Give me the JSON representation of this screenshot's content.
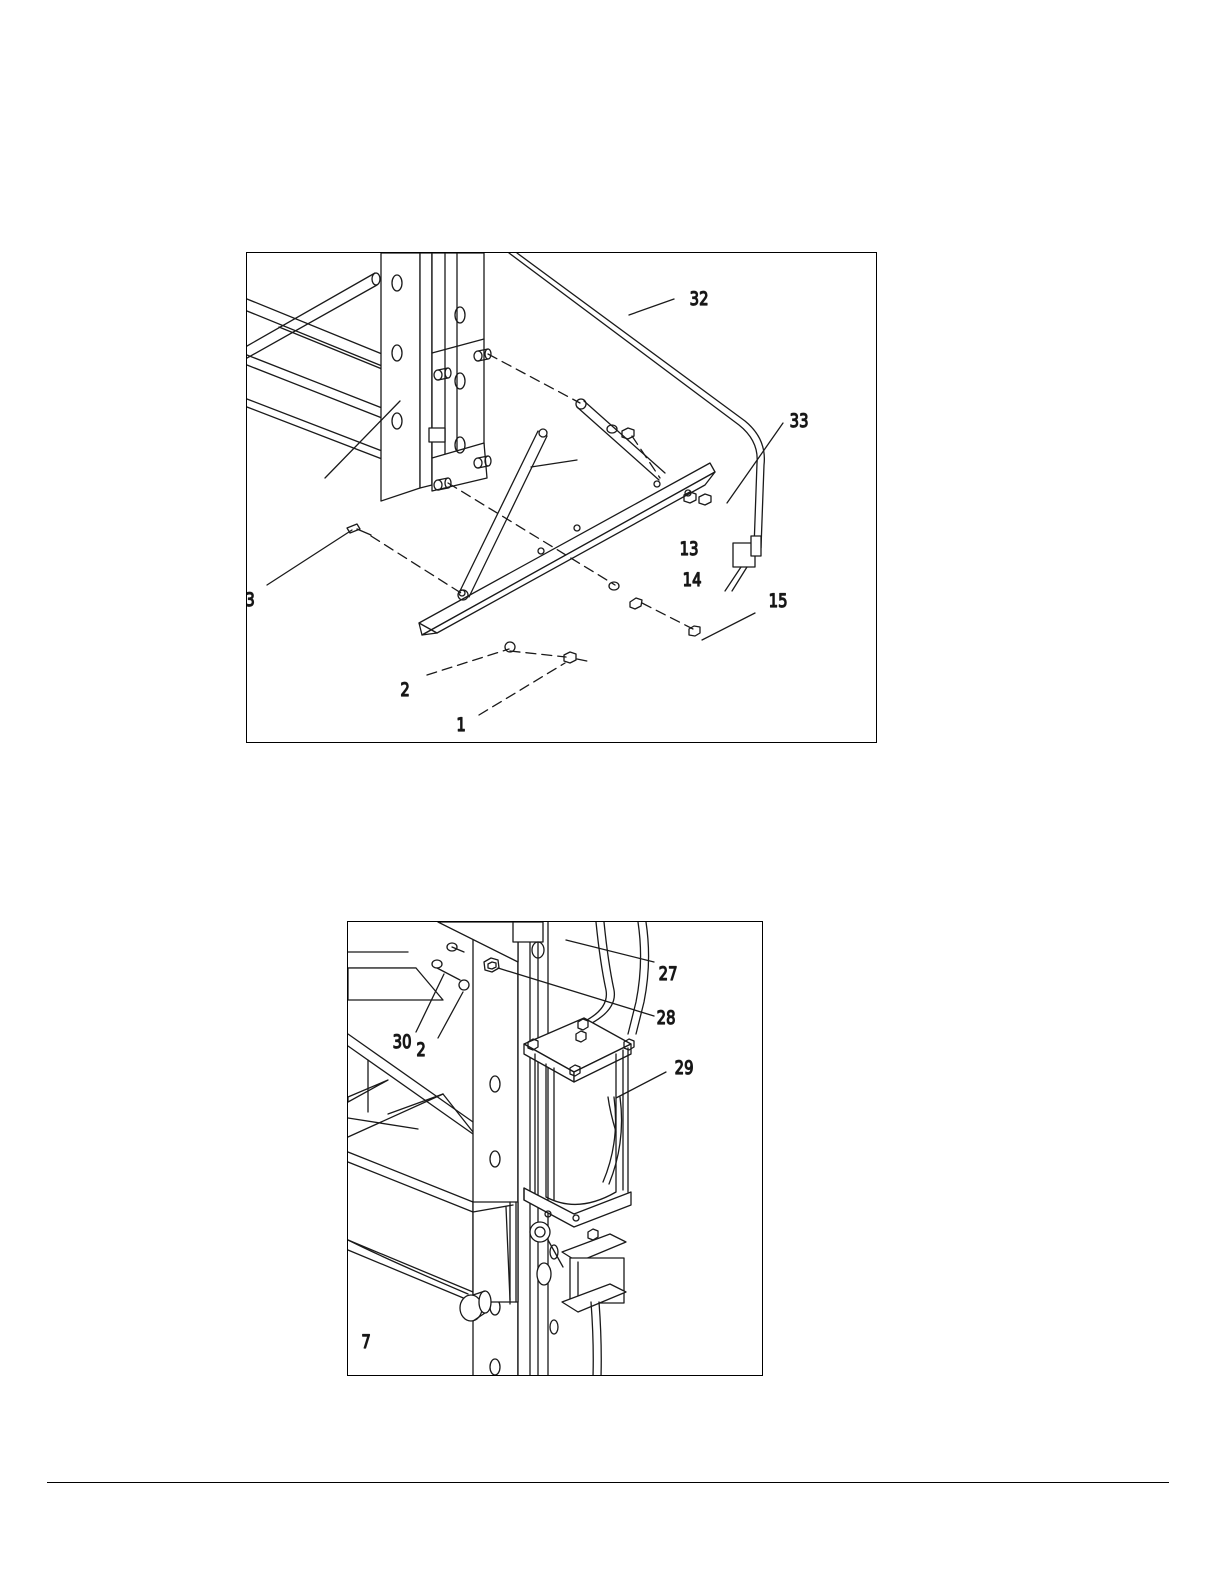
{
  "figures": [
    {
      "callouts": [
        "32",
        "33",
        "13",
        "14",
        "15",
        "3",
        "2",
        "1"
      ]
    },
    {
      "callouts": [
        "27",
        "28",
        "29",
        "30",
        "2",
        "7"
      ]
    }
  ]
}
